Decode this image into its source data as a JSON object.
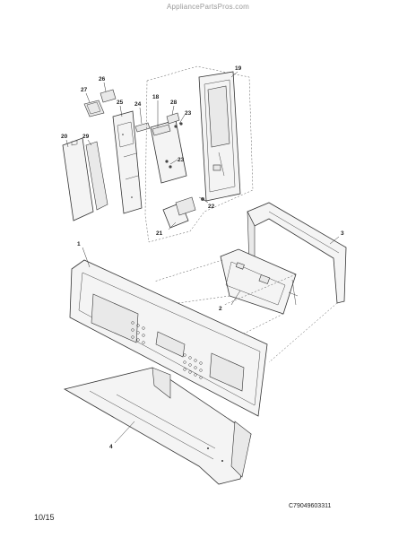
{
  "header": {
    "watermark": "AppliancePartsPros.com"
  },
  "footer": {
    "diagram_code": "C79049603311",
    "page_date": "10/15"
  },
  "callouts": [
    {
      "id": "c1",
      "label": "1"
    },
    {
      "id": "c2",
      "label": "2"
    },
    {
      "id": "c3",
      "label": "3"
    },
    {
      "id": "c4",
      "label": "4"
    },
    {
      "id": "c18",
      "label": "18"
    },
    {
      "id": "c19",
      "label": "19"
    },
    {
      "id": "c20",
      "label": "20"
    },
    {
      "id": "c21",
      "label": "21"
    },
    {
      "id": "c22",
      "label": "22"
    },
    {
      "id": "c23a",
      "label": "23"
    },
    {
      "id": "c23b",
      "label": "23"
    },
    {
      "id": "c24",
      "label": "24"
    },
    {
      "id": "c25",
      "label": "25"
    },
    {
      "id": "c26",
      "label": "26"
    },
    {
      "id": "c27",
      "label": "27"
    },
    {
      "id": "c28",
      "label": "28"
    },
    {
      "id": "c29",
      "label": "29"
    }
  ]
}
